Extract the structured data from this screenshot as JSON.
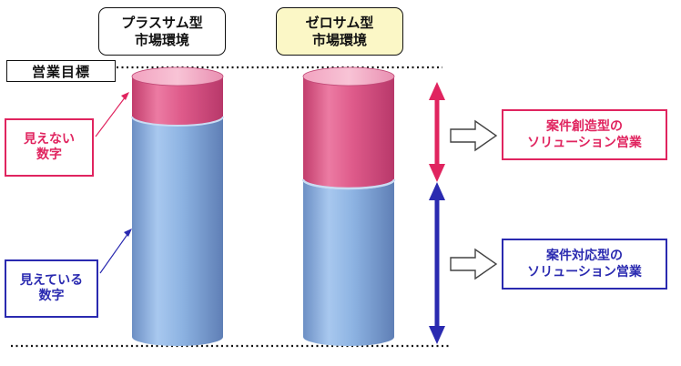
{
  "goal_label": "営業目標",
  "plus_header": {
    "line1": "プラスサム型",
    "line2": "市場環境"
  },
  "zero_header": {
    "line1": "ゼロサム型",
    "line2": "市場環境"
  },
  "invisible_numbers_label": {
    "line1": "見えない",
    "line2": "数字"
  },
  "visible_numbers_label": {
    "line1": "見えている",
    "line2": "数字"
  },
  "creation_sales_label": {
    "line1": "案件創造型の",
    "line2": "ソリューション営業"
  },
  "response_sales_label": {
    "line1": "案件対応型の",
    "line2": "ソリューション営業"
  },
  "colors": {
    "invisible_pink": "#e0245f",
    "visible_blue": "#2a2ab0",
    "cylinder_pink": "#d64d7e",
    "cylinder_blue": "#89b0e0",
    "header_yellow": "#fbf7c6"
  }
}
